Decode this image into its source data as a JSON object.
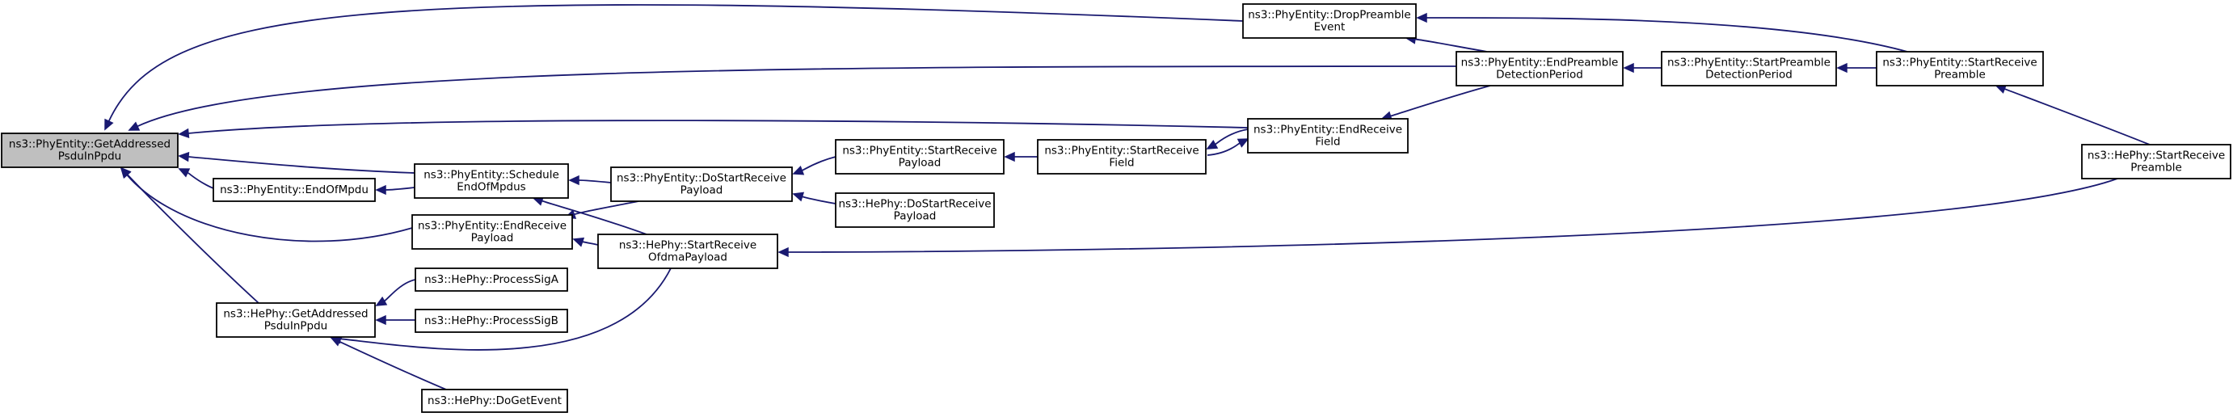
{
  "graph": {
    "direction": "callers",
    "edge_color": "#191970",
    "root_fill": "#bfbfbf",
    "nodes": [
      {
        "id": "root",
        "lines": [
          "ns3::PhyEntity::GetAddressed",
          "PsduInPpdu"
        ],
        "root": true
      },
      {
        "id": "endofmpdu",
        "lines": [
          "ns3::PhyEntity::EndOfMpdu"
        ]
      },
      {
        "id": "hegetaddr",
        "lines": [
          "ns3::HePhy::GetAddressed",
          "PsduInPpdu"
        ]
      },
      {
        "id": "schedule",
        "lines": [
          "ns3::PhyEntity::Schedule",
          "EndOfMpdus"
        ]
      },
      {
        "id": "endrecvpay",
        "lines": [
          "ns3::PhyEntity::EndReceive",
          "Payload"
        ]
      },
      {
        "id": "procsiga",
        "lines": [
          "ns3::HePhy::ProcessSigA"
        ]
      },
      {
        "id": "procsigb",
        "lines": [
          "ns3::HePhy::ProcessSigB"
        ]
      },
      {
        "id": "dogetevent",
        "lines": [
          "ns3::HePhy::DoGetEvent"
        ]
      },
      {
        "id": "dostartrecv",
        "lines": [
          "ns3::PhyEntity::DoStartReceive",
          "Payload"
        ]
      },
      {
        "id": "heofdma",
        "lines": [
          "ns3::HePhy::StartReceive",
          "OfdmaPayload"
        ]
      },
      {
        "id": "startrecvpay",
        "lines": [
          "ns3::PhyEntity::StartReceive",
          "Payload"
        ]
      },
      {
        "id": "hedostart",
        "lines": [
          "ns3::HePhy::DoStartReceive",
          "Payload"
        ]
      },
      {
        "id": "startrecvfld",
        "lines": [
          "ns3::PhyEntity::StartReceive",
          "Field"
        ]
      },
      {
        "id": "endrecvfld",
        "lines": [
          "ns3::PhyEntity::EndReceive",
          "Field"
        ]
      },
      {
        "id": "droppre",
        "lines": [
          "ns3::PhyEntity::DropPreamble",
          "Event"
        ]
      },
      {
        "id": "endpredet",
        "lines": [
          "ns3::PhyEntity::EndPreamble",
          "DetectionPeriod"
        ]
      },
      {
        "id": "startpredet",
        "lines": [
          "ns3::PhyEntity::StartPreamble",
          "DetectionPeriod"
        ]
      },
      {
        "id": "startrecvpre",
        "lines": [
          "ns3::PhyEntity::StartReceive",
          "Preamble"
        ]
      },
      {
        "id": "hestartpre",
        "lines": [
          "ns3::HePhy::StartReceive",
          "Preamble"
        ]
      }
    ],
    "edges": [
      {
        "from": "droppre",
        "to": "root"
      },
      {
        "from": "endpredet",
        "to": "root"
      },
      {
        "from": "endrecvfld",
        "to": "root"
      },
      {
        "from": "schedule",
        "to": "root"
      },
      {
        "from": "endofmpdu",
        "to": "root"
      },
      {
        "from": "endrecvpay",
        "to": "root"
      },
      {
        "from": "hegetaddr",
        "to": "root"
      },
      {
        "from": "schedule",
        "to": "endofmpdu"
      },
      {
        "from": "dostartrecv",
        "to": "schedule"
      },
      {
        "from": "heofdma",
        "to": "schedule"
      },
      {
        "from": "dostartrecv",
        "to": "endrecvpay"
      },
      {
        "from": "heofdma",
        "to": "endrecvpay"
      },
      {
        "from": "procsiga",
        "to": "hegetaddr"
      },
      {
        "from": "procsigb",
        "to": "hegetaddr"
      },
      {
        "from": "heofdma",
        "to": "hegetaddr"
      },
      {
        "from": "dogetevent",
        "to": "hegetaddr"
      },
      {
        "from": "startrecvpay",
        "to": "dostartrecv"
      },
      {
        "from": "hedostart",
        "to": "dostartrecv"
      },
      {
        "from": "startrecvfld",
        "to": "startrecvpay"
      },
      {
        "from": "endrecvfld",
        "to": "startrecvfld"
      },
      {
        "from": "startrecvfld",
        "to": "endrecvfld"
      },
      {
        "from": "endpredet",
        "to": "endrecvfld"
      },
      {
        "from": "endpredet",
        "to": "droppre"
      },
      {
        "from": "startrecvpre",
        "to": "droppre"
      },
      {
        "from": "startpredet",
        "to": "endpredet"
      },
      {
        "from": "startrecvpre",
        "to": "startpredet"
      },
      {
        "from": "hestartpre",
        "to": "startrecvpre"
      },
      {
        "from": "hestartpre",
        "to": "heofdma"
      }
    ]
  }
}
